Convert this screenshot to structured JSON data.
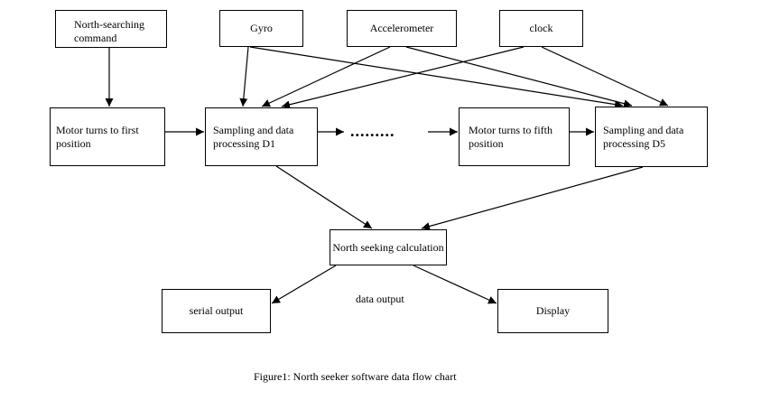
{
  "nodes": {
    "north_searching_command": "North-searching command",
    "gyro": "Gyro",
    "accelerometer": "Accelerometer",
    "clock": "clock",
    "motor_first": "Motor turns to first position",
    "sampling_d1": "Sampling and data processing D1",
    "motor_fifth": "Motor turns to fifth position",
    "sampling_d5": "Sampling and data processing D5",
    "north_seeking_calc": "North seeking calculation",
    "serial_output": "serial output",
    "display": "Display"
  },
  "ellipsis": ".........",
  "data_output_label": "data output",
  "caption": "Figure1: North seeker software data flow chart",
  "edges": [
    {
      "from": "north_searching_command",
      "to": "motor_first"
    },
    {
      "from": "gyro",
      "to": "sampling_d1"
    },
    {
      "from": "gyro",
      "to": "sampling_d5"
    },
    {
      "from": "accelerometer",
      "to": "sampling_d1"
    },
    {
      "from": "accelerometer",
      "to": "sampling_d5"
    },
    {
      "from": "clock",
      "to": "sampling_d1"
    },
    {
      "from": "clock",
      "to": "sampling_d5"
    },
    {
      "from": "motor_first",
      "to": "sampling_d1"
    },
    {
      "from": "sampling_d1",
      "to": "motor_fifth"
    },
    {
      "from": "motor_fifth",
      "to": "sampling_d5"
    },
    {
      "from": "sampling_d1",
      "to": "north_seeking_calc"
    },
    {
      "from": "sampling_d5",
      "to": "north_seeking_calc"
    },
    {
      "from": "north_seeking_calc",
      "to": "serial_output"
    },
    {
      "from": "north_seeking_calc",
      "to": "display"
    }
  ]
}
